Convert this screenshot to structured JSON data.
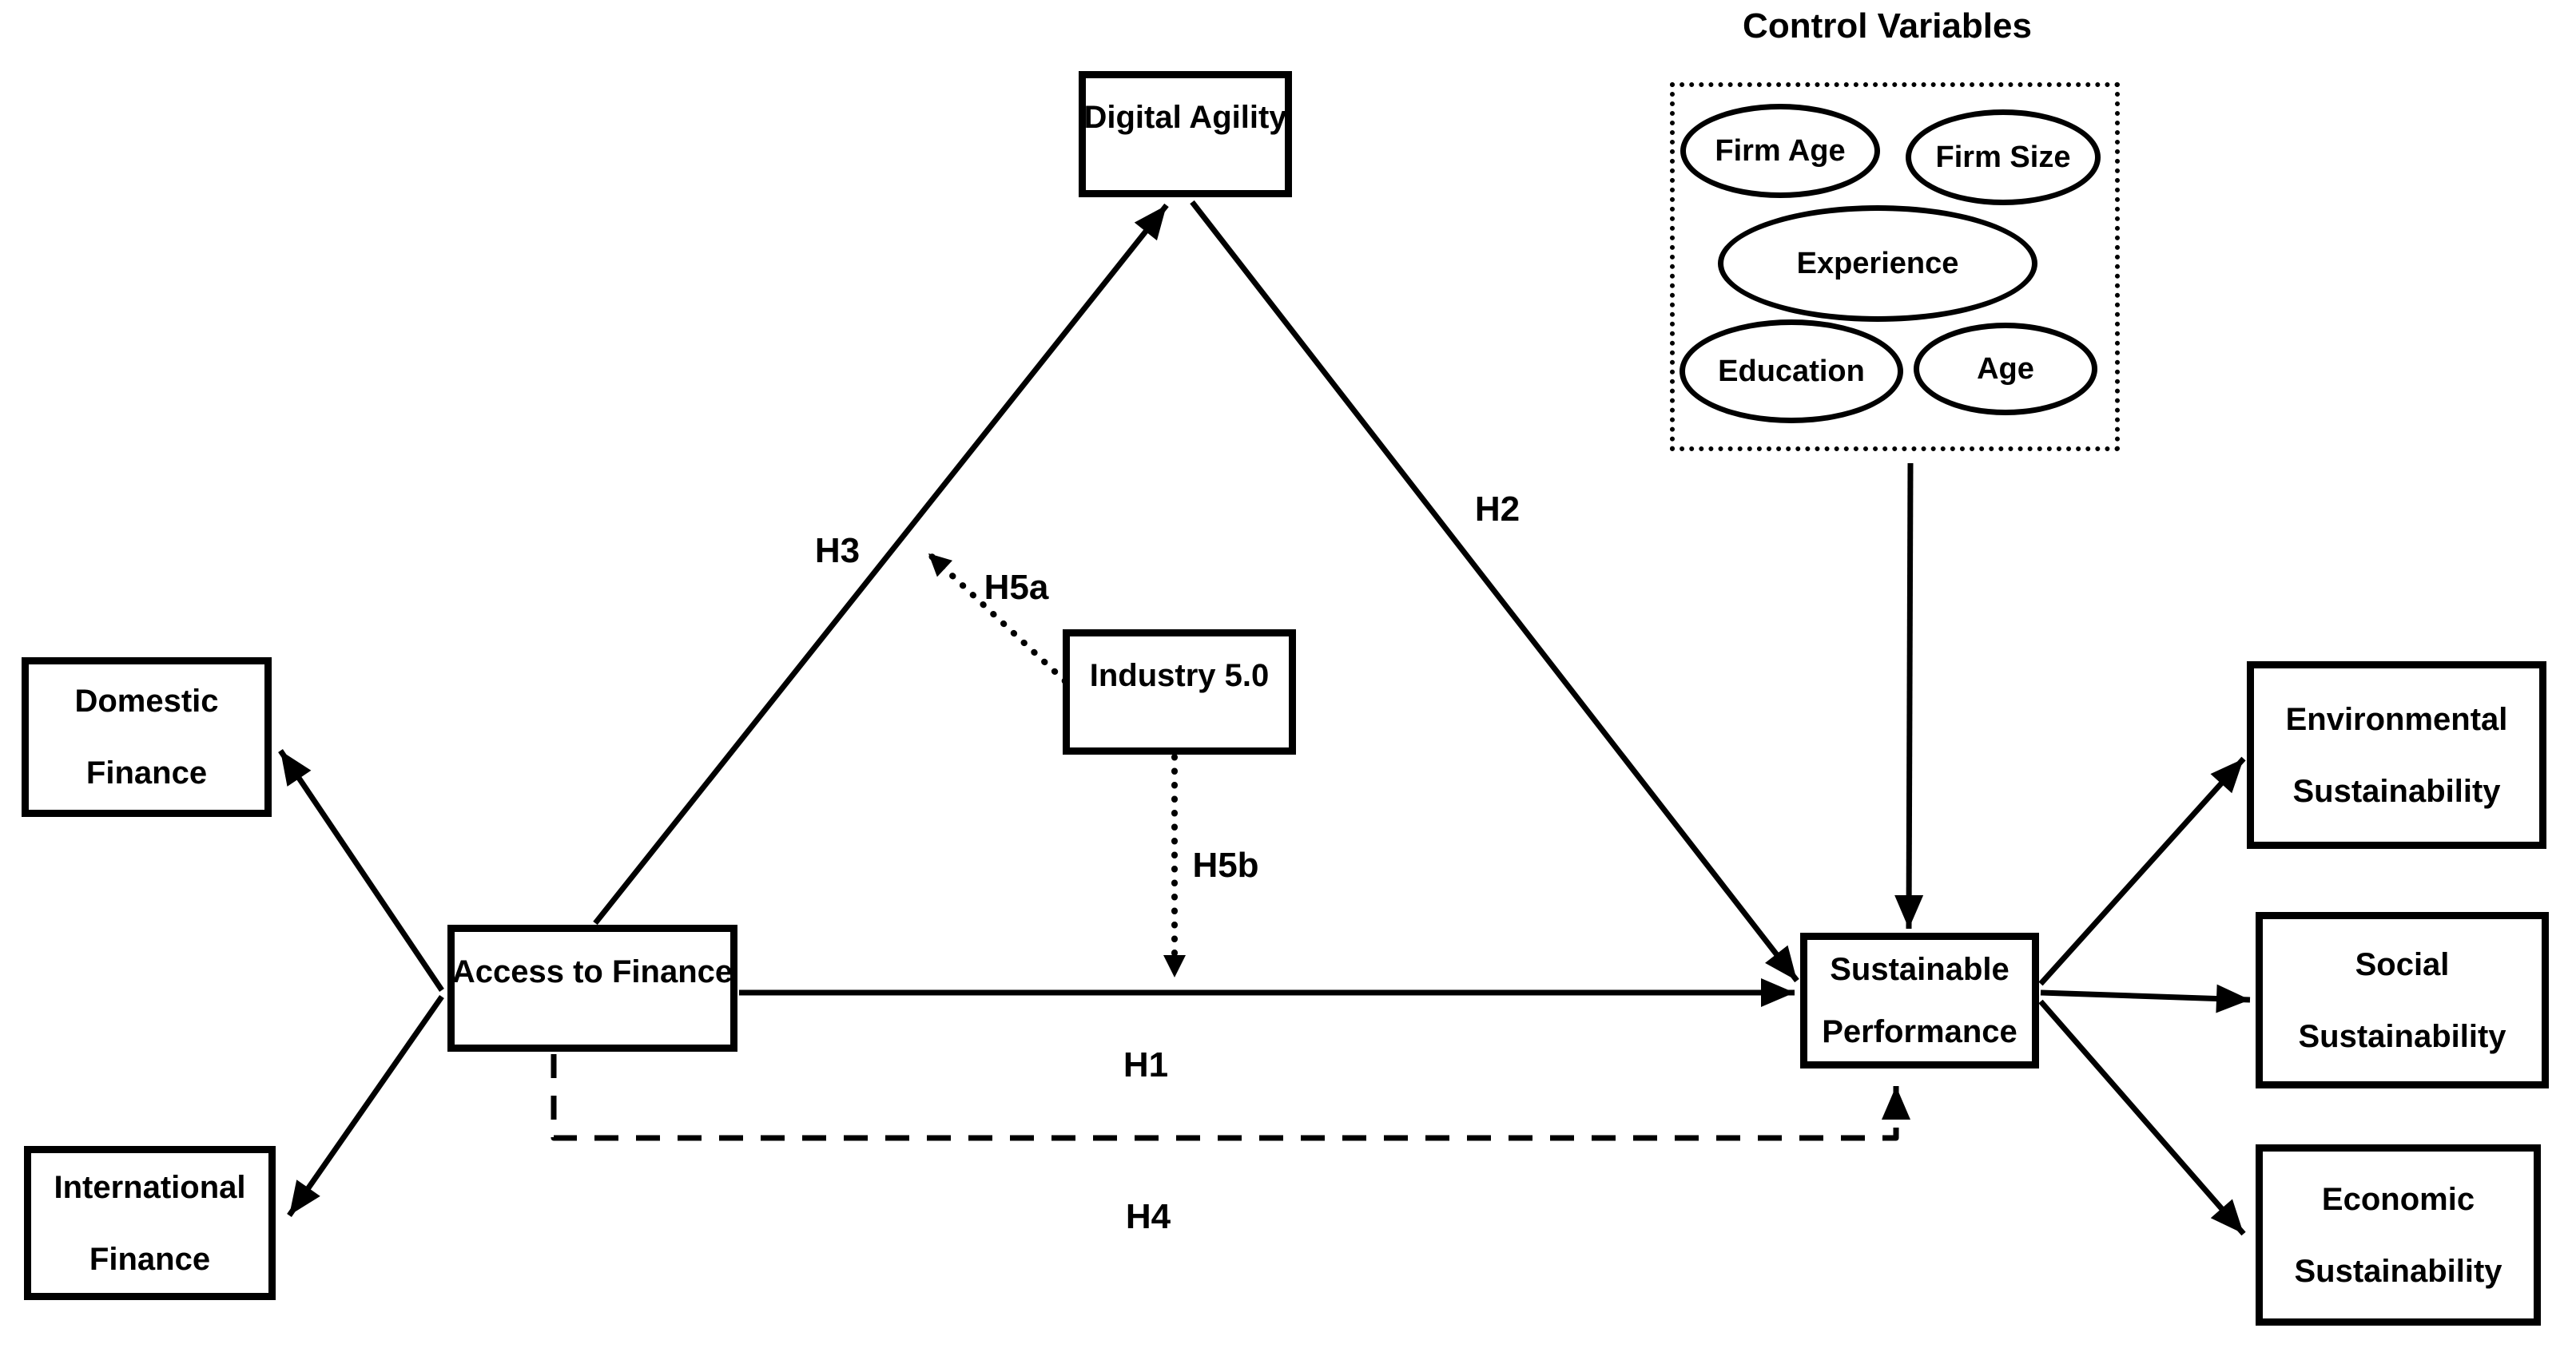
{
  "control_panel": {
    "title": "Control Variables",
    "ellipses": [
      {
        "id": "firm-age",
        "label": "Firm Age"
      },
      {
        "id": "firm-size",
        "label": "Firm Size"
      },
      {
        "id": "experience",
        "label": "Experience"
      },
      {
        "id": "education",
        "label": "Education"
      },
      {
        "id": "age",
        "label": "Age"
      }
    ]
  },
  "nodes": {
    "digital_agility": {
      "label": "Digital Agility"
    },
    "industry_5": {
      "label": "Industry 5.0"
    },
    "access_to_finance": {
      "label": "Access to Finance"
    },
    "domestic_finance": {
      "label": "Domestic\nFinance"
    },
    "international_finance": {
      "label": "International\nFinance"
    },
    "sustainable_performance": {
      "label": "Sustainable\nPerformance"
    },
    "environmental_sustainability": {
      "label": "Environmental\nSustainability"
    },
    "social_sustainability": {
      "label": "Social\nSustainability"
    },
    "economic_sustainability": {
      "label": "Economic\nSustainability"
    }
  },
  "hypotheses": {
    "h1": {
      "label": "H1"
    },
    "h2": {
      "label": "H2"
    },
    "h3": {
      "label": "H3"
    },
    "h4": {
      "label": "H4"
    },
    "h5a": {
      "label": "H5a"
    },
    "h5b": {
      "label": "H5b"
    }
  },
  "colors": {
    "ink": "#000000",
    "background": "#ffffff"
  }
}
